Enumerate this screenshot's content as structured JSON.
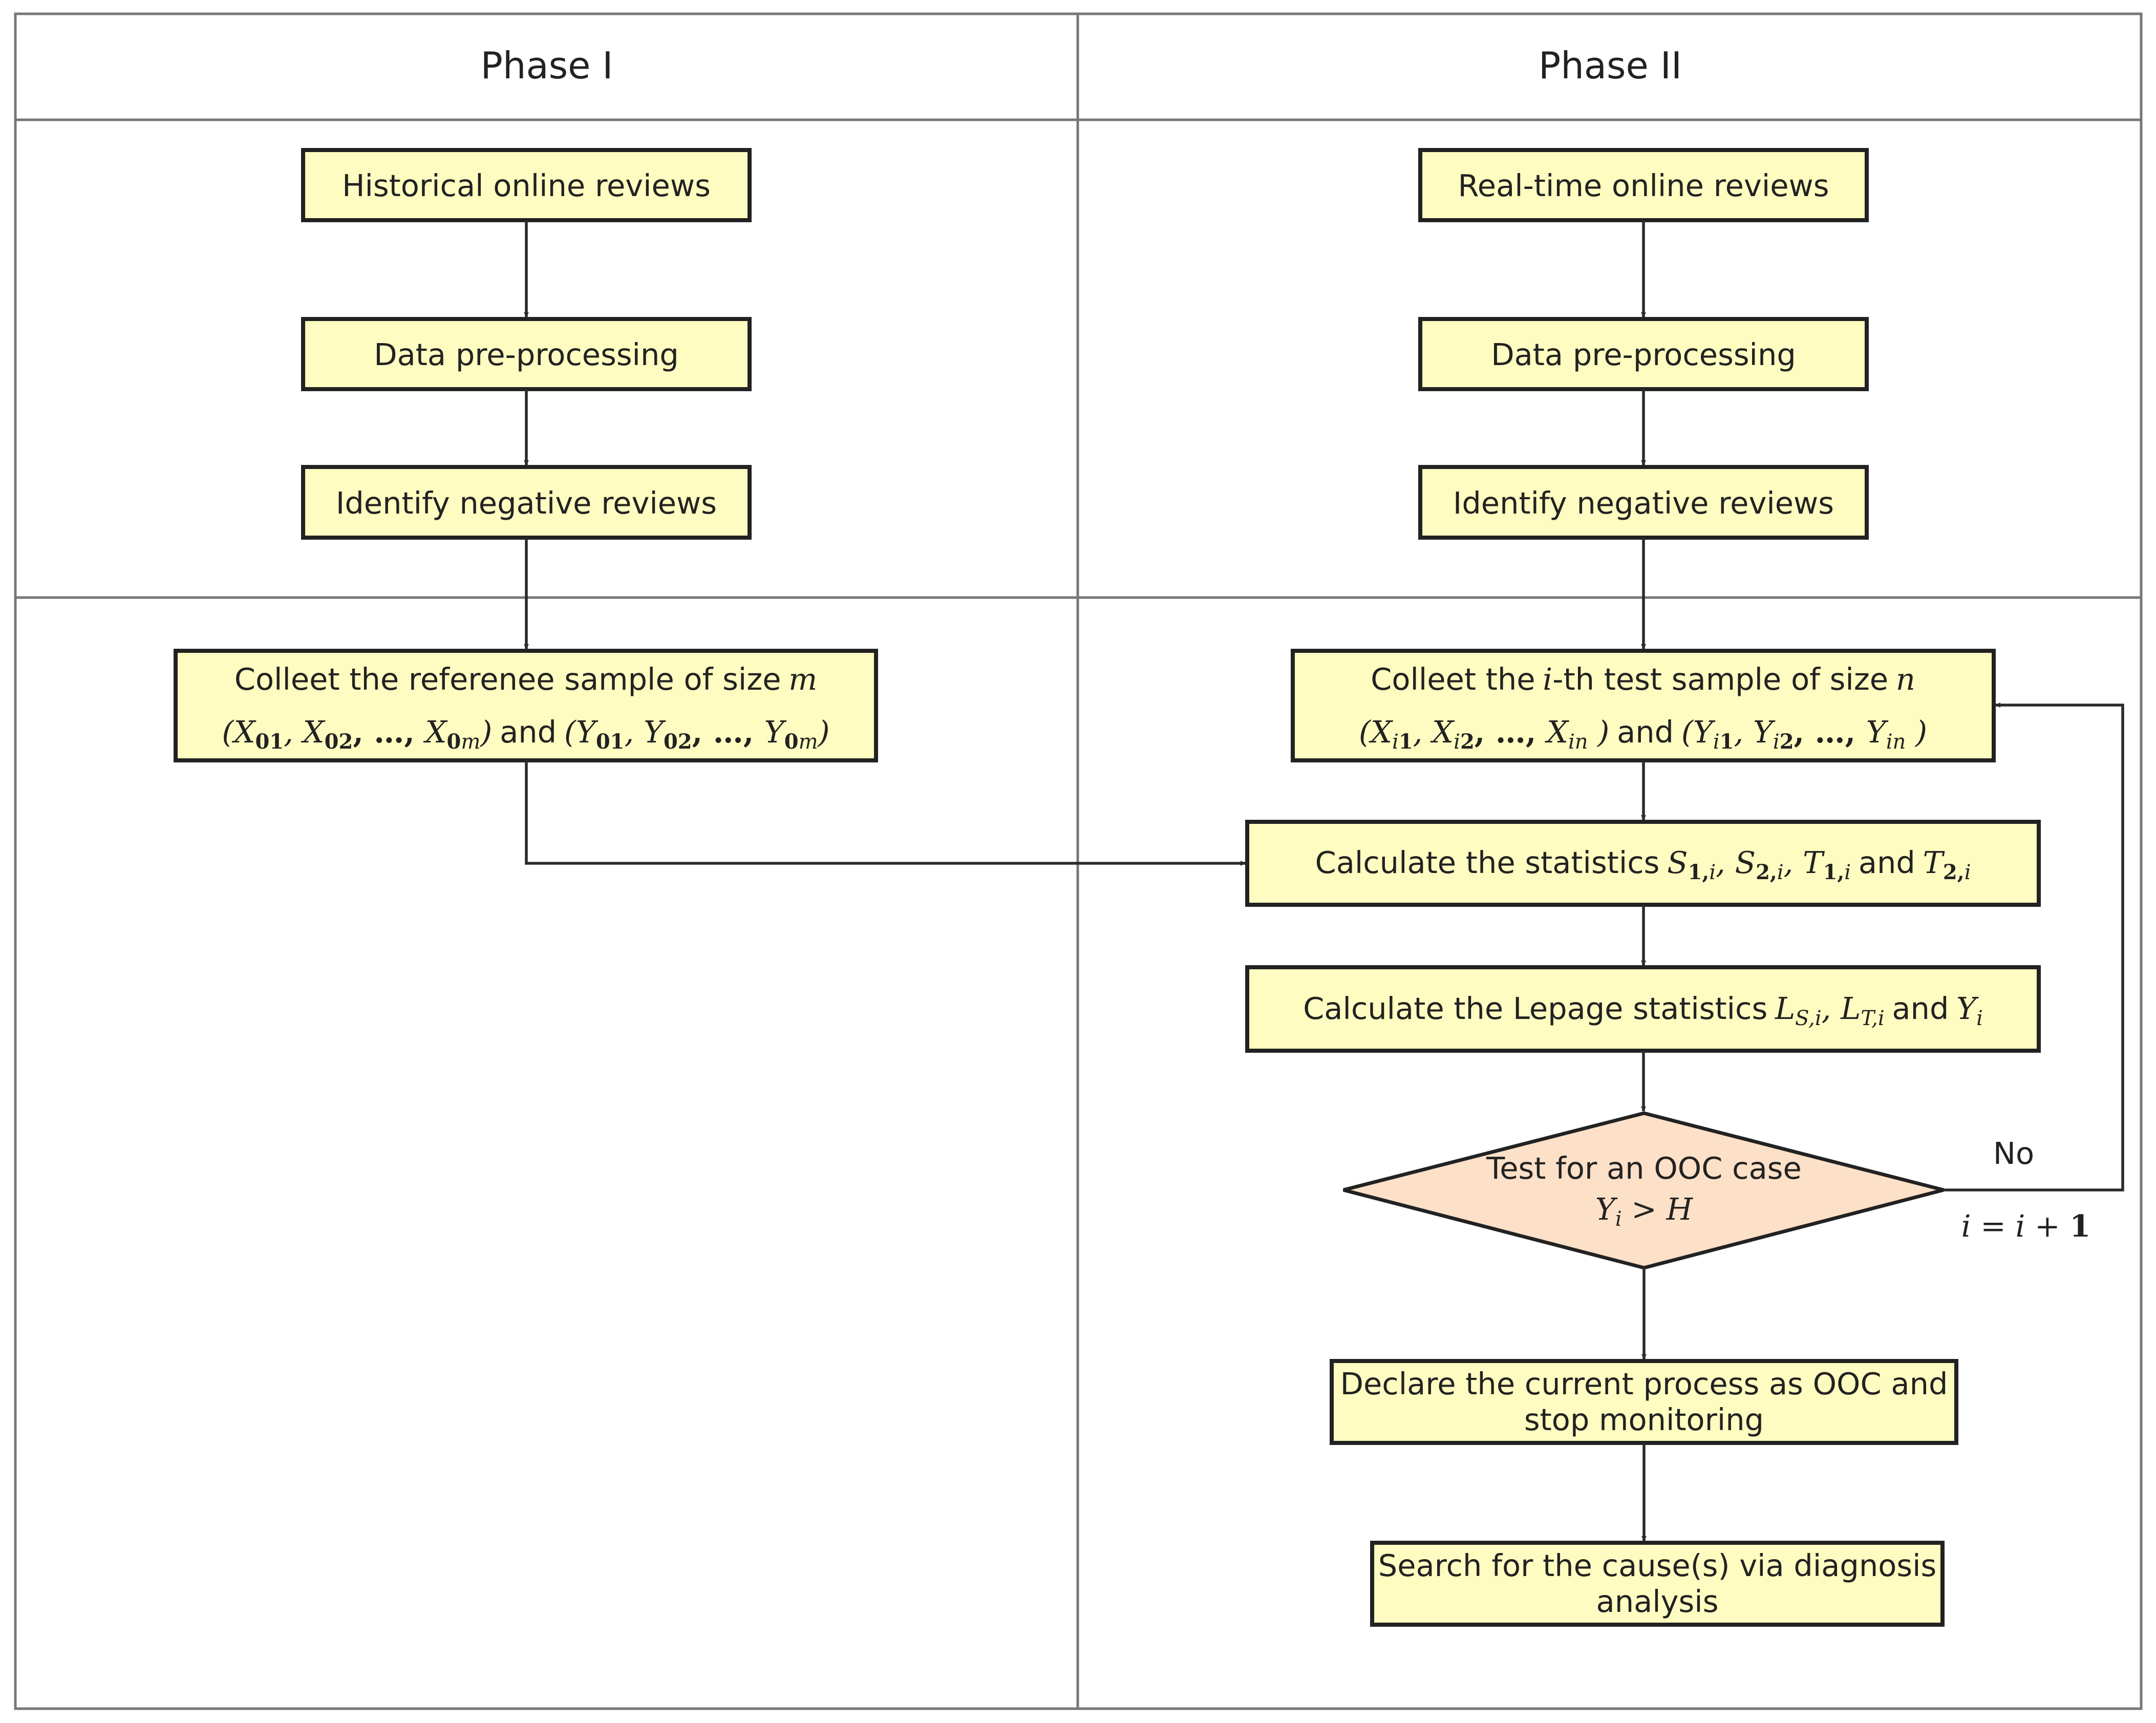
{
  "headers": {
    "phase1": "Phase I",
    "phase2": "Phase II"
  },
  "phase1": {
    "historical": "Historical online reviews",
    "preprocess": "Data pre-processing",
    "identify": "Identify negative reviews",
    "collect_line1_text": "Colleet the referenee sample of size",
    "collect_line1_var": "m",
    "collect_line2_and": "and"
  },
  "phase2": {
    "realtime": "Real-time online reviews",
    "preprocess": "Data pre-processing",
    "identify": "Identify negative reviews",
    "collect_line1_pre": "Colleet the",
    "collect_line1_var": "i",
    "collect_line1_mid": "-th test sample of size",
    "collect_line1_var2": "n",
    "collect_line2_and": "and",
    "calc_stats_text": "Calculate the statistics",
    "calc_stats_and": "and",
    "lepage_text": "Calculate the Lepage statistics",
    "lepage_and": "and",
    "test_line1": "Test for an OOC case",
    "no_label": "No",
    "declare_line1": "Declare the current process as OOC and",
    "declare_line2": "stop monitoring",
    "search_line1": "Search for the cause(s) via diagnosis",
    "search_line2": "analysis"
  }
}
